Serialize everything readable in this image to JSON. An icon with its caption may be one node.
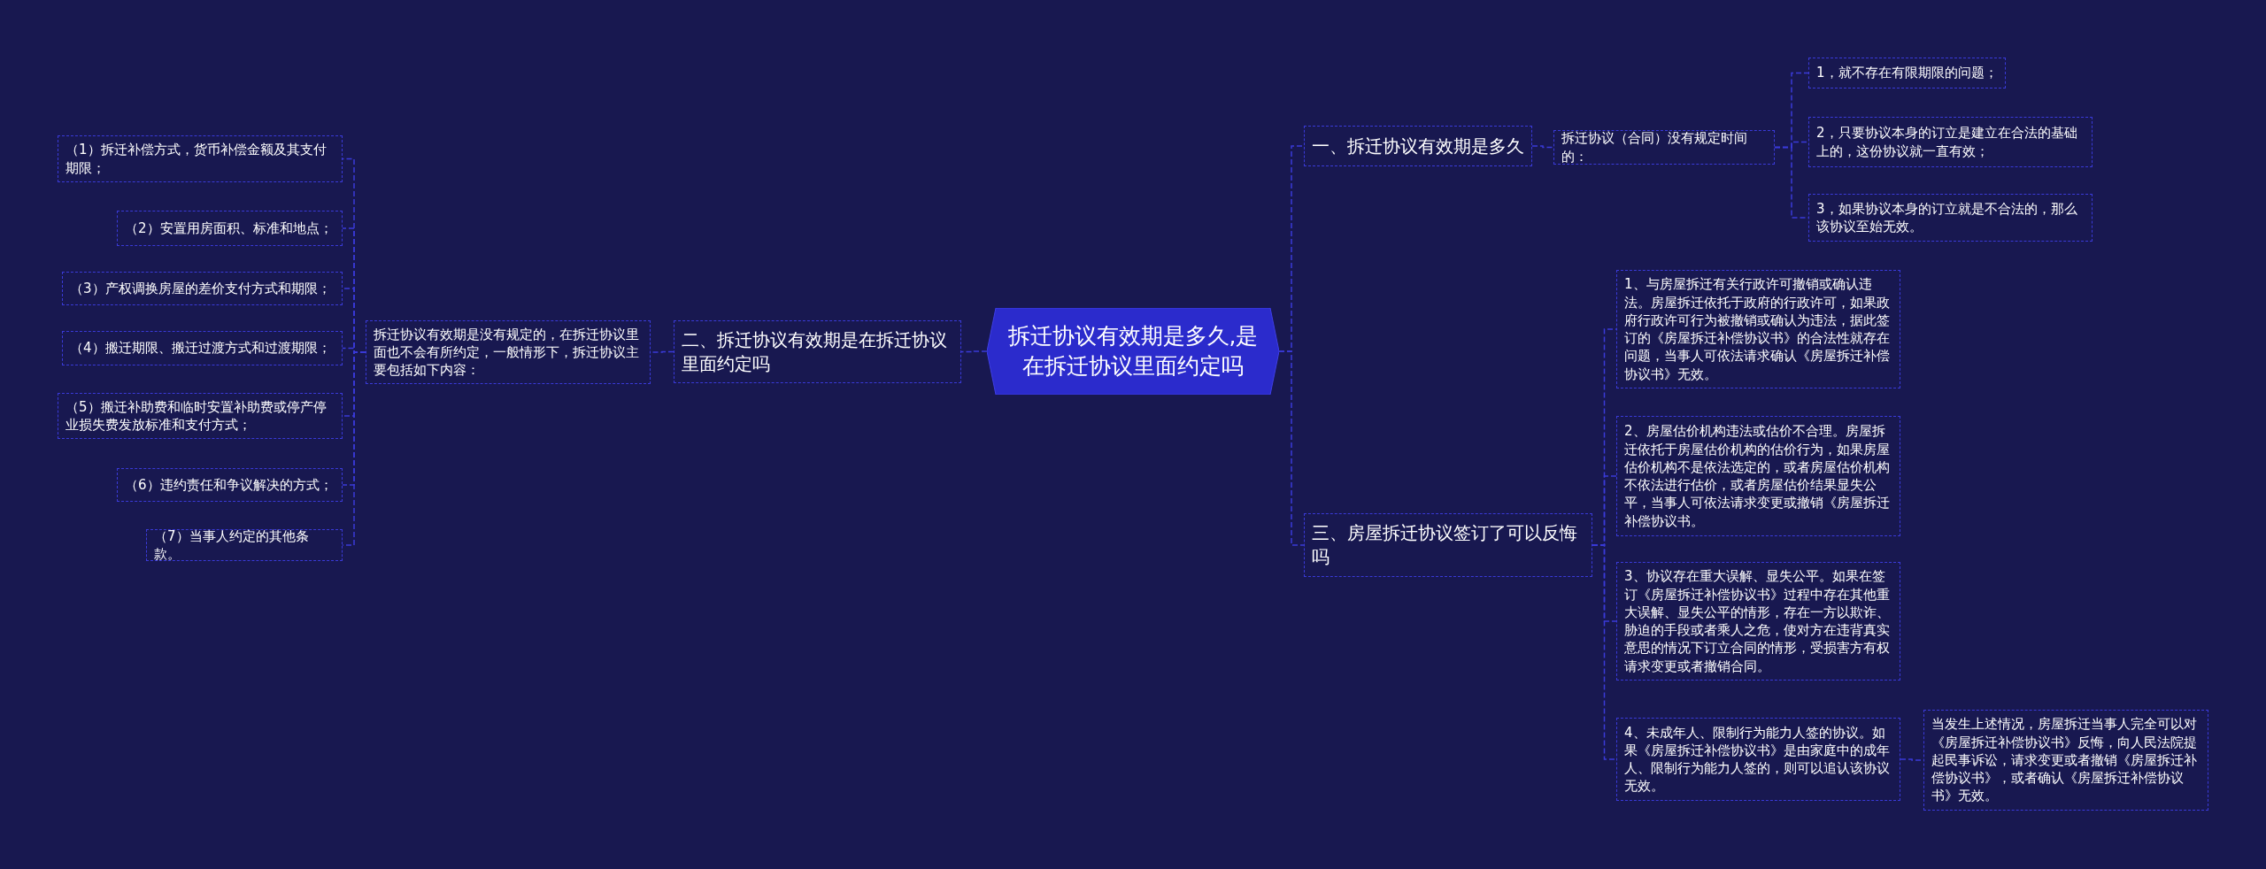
{
  "diagram": {
    "nodes": [
      {
        "text": [
          "拆迁协议有效期是多久,是在拆迁协议里面约定吗"
        ]
      },
      {
        "text": [
          "二、拆迁协议有效期是在拆迁协议里面约定吗"
        ]
      },
      {
        "text": [
          "拆迁协议有效期是没有规定的，在拆迁协议里面也不会有所约定，一般情形下，拆迁协议主要包括如下内容："
        ]
      },
      {
        "text": [
          "（1）拆迁补偿方式，货币补偿金额及其支付期限；"
        ]
      },
      {
        "text": [
          "（2）安置用房面积、标准和地点；"
        ]
      },
      {
        "text": [
          "（3）产权调换房屋的差价支付方式和期限；"
        ]
      },
      {
        "text": [
          "（4）搬迁期限、搬迁过渡方式和过渡期限；"
        ]
      },
      {
        "text": [
          "（5）搬迁补助费和临时安置补助费或停产停业损失费发放标准和支付方式；"
        ]
      },
      {
        "text": [
          "（6）违约责任和争议解决的方式；"
        ]
      },
      {
        "text": [
          "（7）当事人约定的其他条款。"
        ]
      },
      {
        "text": [
          "一、拆迁协议有效期是多久"
        ]
      },
      {
        "text": [
          "拆迁协议（合同）没有规定时间的："
        ]
      },
      {
        "text": [
          "1，就不存在有限期限的问题；"
        ]
      },
      {
        "text": [
          "2，只要协议本身的订立是建立在合法的基础上的，这份协议就一直有效；"
        ]
      },
      {
        "text": [
          "3，如果协议本身的订立就是不合法的，那么该协议至始无效。"
        ]
      },
      {
        "text": [
          "三、房屋拆迁协议签订了可以反悔吗"
        ]
      },
      {
        "text": [
          "1、与房屋拆迁有关行政许可撤销或确认违法。房屋拆迁依托于政府的行政许可，如果政府行政许可行为被撤销或确认为违法，据此签订的《房屋拆迁补偿协议书》的合法性就存在问题，当事人可依法请求确认《房屋拆迁补偿协议书》无效。"
        ]
      },
      {
        "text": [
          "2、房屋估价机构违法或估价不合理。房屋拆迁依托于房屋估价机构的估价行为，如果房屋估价机构不是依法选定的，或者房屋估价机构不依法进行估价，或者房屋估价结果显失公平，当事人可依法请求变更或撤销《房屋拆迁补偿协议书。"
        ]
      },
      {
        "text": [
          "3、协议存在重大误解、显失公平。如果在签订《房屋拆迁补偿协议书》过程中存在其他重大误解、显失公平的情形，存在一方以欺诈、胁迫的手段或者乘人之危，使对方在违背真实意思的情况下订立合同的情形，受损害方有权请求变更或者撤销合同。"
        ]
      },
      {
        "text": [
          "4、未成年人、限制行为能力人签的协议。如果《房屋拆迁补偿协议书》是由家庭中的成年人、限制行为能力人签的，则可以追认该协议无效。"
        ]
      },
      {
        "text": [
          "当发生上述情况，房屋拆迁当事人完全可以对《房屋拆迁补偿协议书》反悔，向人民法院提起民事诉讼，请求变更或者撤销《房屋拆迁补偿协议书》，或者确认《房屋拆迁补偿协议书》无效。"
        ]
      }
    ],
    "edges": [
      {
        "from": 0,
        "to": 1,
        "arrow": "none"
      },
      {
        "from": 1,
        "to": 2,
        "arrow": "none"
      },
      {
        "from": 2,
        "to": 3,
        "arrow": "none"
      },
      {
        "from": 2,
        "to": 4,
        "arrow": "none"
      },
      {
        "from": 2,
        "to": 5,
        "arrow": "none"
      },
      {
        "from": 2,
        "to": 6,
        "arrow": "none"
      },
      {
        "from": 2,
        "to": 7,
        "arrow": "none"
      },
      {
        "from": 2,
        "to": 8,
        "arrow": "none"
      },
      {
        "from": 2,
        "to": 9,
        "arrow": "none"
      },
      {
        "from": 0,
        "to": 10,
        "arrow": "none"
      },
      {
        "from": 10,
        "to": 11,
        "arrow": "none"
      },
      {
        "from": 11,
        "to": 12,
        "arrow": "none"
      },
      {
        "from": 11,
        "to": 13,
        "arrow": "none"
      },
      {
        "from": 11,
        "to": 14,
        "arrow": "none"
      },
      {
        "from": 0,
        "to": 15,
        "arrow": "none"
      },
      {
        "from": 15,
        "to": 16,
        "arrow": "none"
      },
      {
        "from": 15,
        "to": 17,
        "arrow": "none"
      },
      {
        "from": 15,
        "to": 18,
        "arrow": "none"
      },
      {
        "from": 15,
        "to": 19,
        "arrow": "none"
      },
      {
        "from": 19,
        "to": 20,
        "arrow": "none"
      }
    ]
  }
}
